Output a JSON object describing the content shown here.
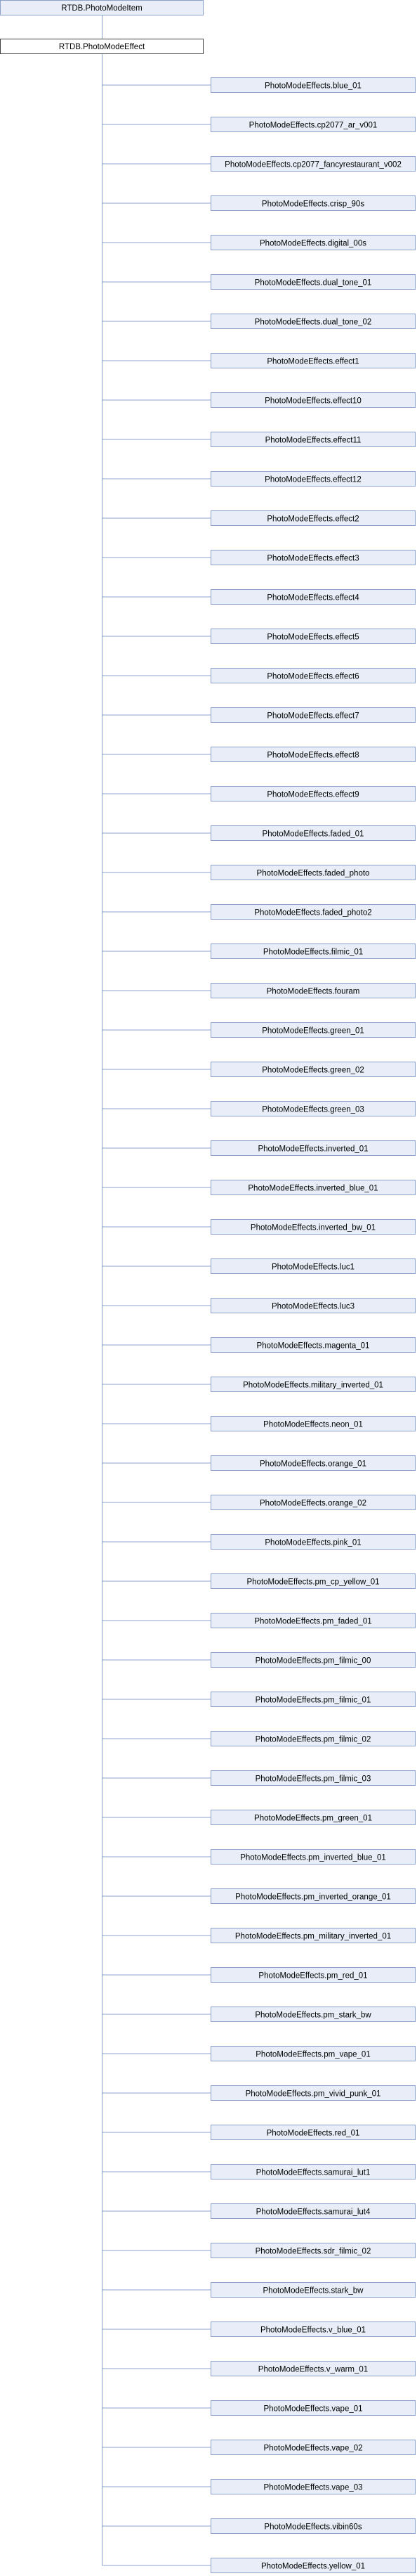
{
  "root": {
    "label": "RTDB.PhotoModeItem"
  },
  "parent": {
    "label": "RTDB.PhotoModeEffect"
  },
  "children": [
    "PhotoModeEffects.blue_01",
    "PhotoModeEffects.cp2077_ar_v001",
    "PhotoModeEffects.cp2077_fancyrestaurant_v002",
    "PhotoModeEffects.crisp_90s",
    "PhotoModeEffects.digital_00s",
    "PhotoModeEffects.dual_tone_01",
    "PhotoModeEffects.dual_tone_02",
    "PhotoModeEffects.effect1",
    "PhotoModeEffects.effect10",
    "PhotoModeEffects.effect11",
    "PhotoModeEffects.effect12",
    "PhotoModeEffects.effect2",
    "PhotoModeEffects.effect3",
    "PhotoModeEffects.effect4",
    "PhotoModeEffects.effect5",
    "PhotoModeEffects.effect6",
    "PhotoModeEffects.effect7",
    "PhotoModeEffects.effect8",
    "PhotoModeEffects.effect9",
    "PhotoModeEffects.faded_01",
    "PhotoModeEffects.faded_photo",
    "PhotoModeEffects.faded_photo2",
    "PhotoModeEffects.filmic_01",
    "PhotoModeEffects.fouram",
    "PhotoModeEffects.green_01",
    "PhotoModeEffects.green_02",
    "PhotoModeEffects.green_03",
    "PhotoModeEffects.inverted_01",
    "PhotoModeEffects.inverted_blue_01",
    "PhotoModeEffects.inverted_bw_01",
    "PhotoModeEffects.luc1",
    "PhotoModeEffects.luc3",
    "PhotoModeEffects.magenta_01",
    "PhotoModeEffects.military_inverted_01",
    "PhotoModeEffects.neon_01",
    "PhotoModeEffects.orange_01",
    "PhotoModeEffects.orange_02",
    "PhotoModeEffects.pink_01",
    "PhotoModeEffects.pm_cp_yellow_01",
    "PhotoModeEffects.pm_faded_01",
    "PhotoModeEffects.pm_filmic_00",
    "PhotoModeEffects.pm_filmic_01",
    "PhotoModeEffects.pm_filmic_02",
    "PhotoModeEffects.pm_filmic_03",
    "PhotoModeEffects.pm_green_01",
    "PhotoModeEffects.pm_inverted_blue_01",
    "PhotoModeEffects.pm_inverted_orange_01",
    "PhotoModeEffects.pm_military_inverted_01",
    "PhotoModeEffects.pm_red_01",
    "PhotoModeEffects.pm_stark_bw",
    "PhotoModeEffects.pm_vape_01",
    "PhotoModeEffects.pm_vivid_punk_01",
    "PhotoModeEffects.red_01",
    "PhotoModeEffects.samurai_lut1",
    "PhotoModeEffects.samurai_lut4",
    "PhotoModeEffects.sdr_filmic_02",
    "PhotoModeEffects.stark_bw",
    "PhotoModeEffects.v_blue_01",
    "PhotoModeEffects.v_warm_01",
    "PhotoModeEffects.vape_01",
    "PhotoModeEffects.vape_02",
    "PhotoModeEffects.vape_03",
    "PhotoModeEffects.vibin60s",
    "PhotoModeEffects.yellow_01"
  ],
  "colors": {
    "box_fill": "#e8edf7",
    "box_stroke": "#8ca0cc",
    "current_fill": "#ffffff",
    "current_stroke": "#404040",
    "edge": "#8ca0cc"
  }
}
